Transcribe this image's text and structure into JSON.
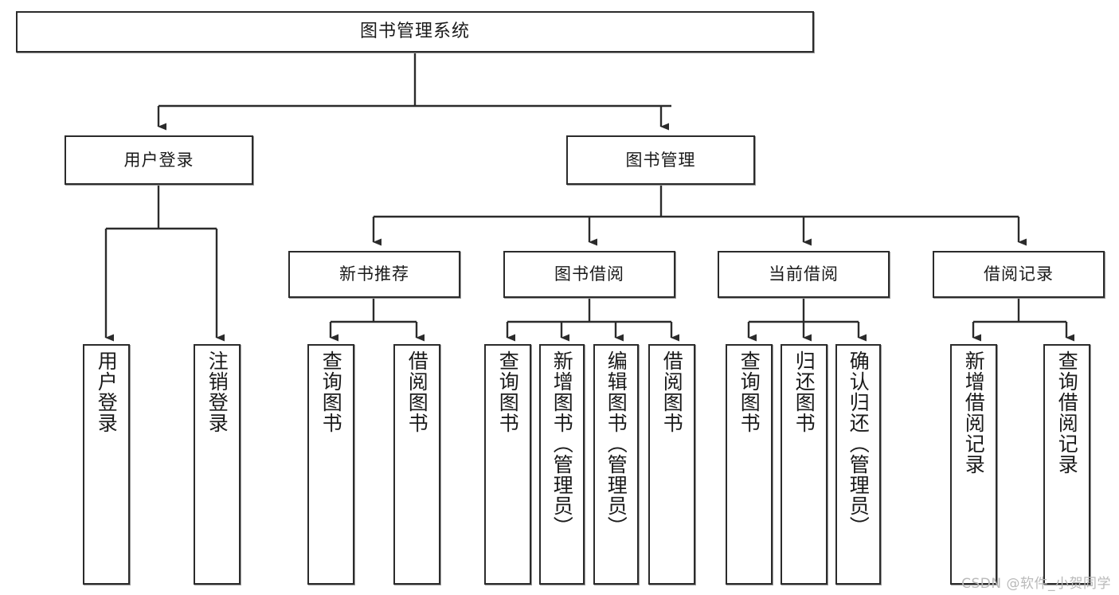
{
  "diagram": {
    "type": "tree",
    "title": "图书管理系统",
    "watermark": "CSDN @软件_小贺同学",
    "colors": {
      "box_border": "#2b2b2b",
      "box_fill": "#ffffff",
      "connector": "#2b2b2b",
      "watermark": "#b9b9b9"
    },
    "nodes": {
      "root": "图书管理系统",
      "level2": [
        "用户登录",
        "图书管理"
      ],
      "level3": [
        "新书推荐",
        "图书借阅",
        "当前借阅",
        "借阅记录"
      ],
      "leaves_user_login": [
        "用户登录",
        "注销登录"
      ],
      "leaves_new_books": [
        "查询图书",
        "借阅图书"
      ],
      "leaves_borrow": [
        "查询图书",
        "新增图书（管理员）",
        "编辑图书（管理员）",
        "借阅图书"
      ],
      "leaves_current": [
        "查询图书",
        "归还图书",
        "确认归还（管理员）"
      ],
      "leaves_records": [
        "新增借阅记录",
        "查询借阅记录"
      ]
    },
    "edges": [
      {
        "from": "图书管理系统",
        "to": "用户登录"
      },
      {
        "from": "图书管理系统",
        "to": "图书管理"
      },
      {
        "from": "用户登录",
        "to": "用户登录"
      },
      {
        "from": "用户登录",
        "to": "注销登录"
      },
      {
        "from": "图书管理",
        "to": "新书推荐"
      },
      {
        "from": "图书管理",
        "to": "图书借阅"
      },
      {
        "from": "图书管理",
        "to": "当前借阅"
      },
      {
        "from": "图书管理",
        "to": "借阅记录"
      },
      {
        "from": "新书推荐",
        "to": "查询图书"
      },
      {
        "from": "新书推荐",
        "to": "借阅图书"
      },
      {
        "from": "图书借阅",
        "to": "查询图书"
      },
      {
        "from": "图书借阅",
        "to": "新增图书（管理员）"
      },
      {
        "from": "图书借阅",
        "to": "编辑图书（管理员）"
      },
      {
        "from": "图书借阅",
        "to": "借阅图书"
      },
      {
        "from": "当前借阅",
        "to": "查询图书"
      },
      {
        "from": "当前借阅",
        "to": "归还图书"
      },
      {
        "from": "当前借阅",
        "to": "确认归还（管理员）"
      },
      {
        "from": "借阅记录",
        "to": "新增借阅记录"
      },
      {
        "from": "借阅记录",
        "to": "查询借阅记录"
      }
    ]
  }
}
